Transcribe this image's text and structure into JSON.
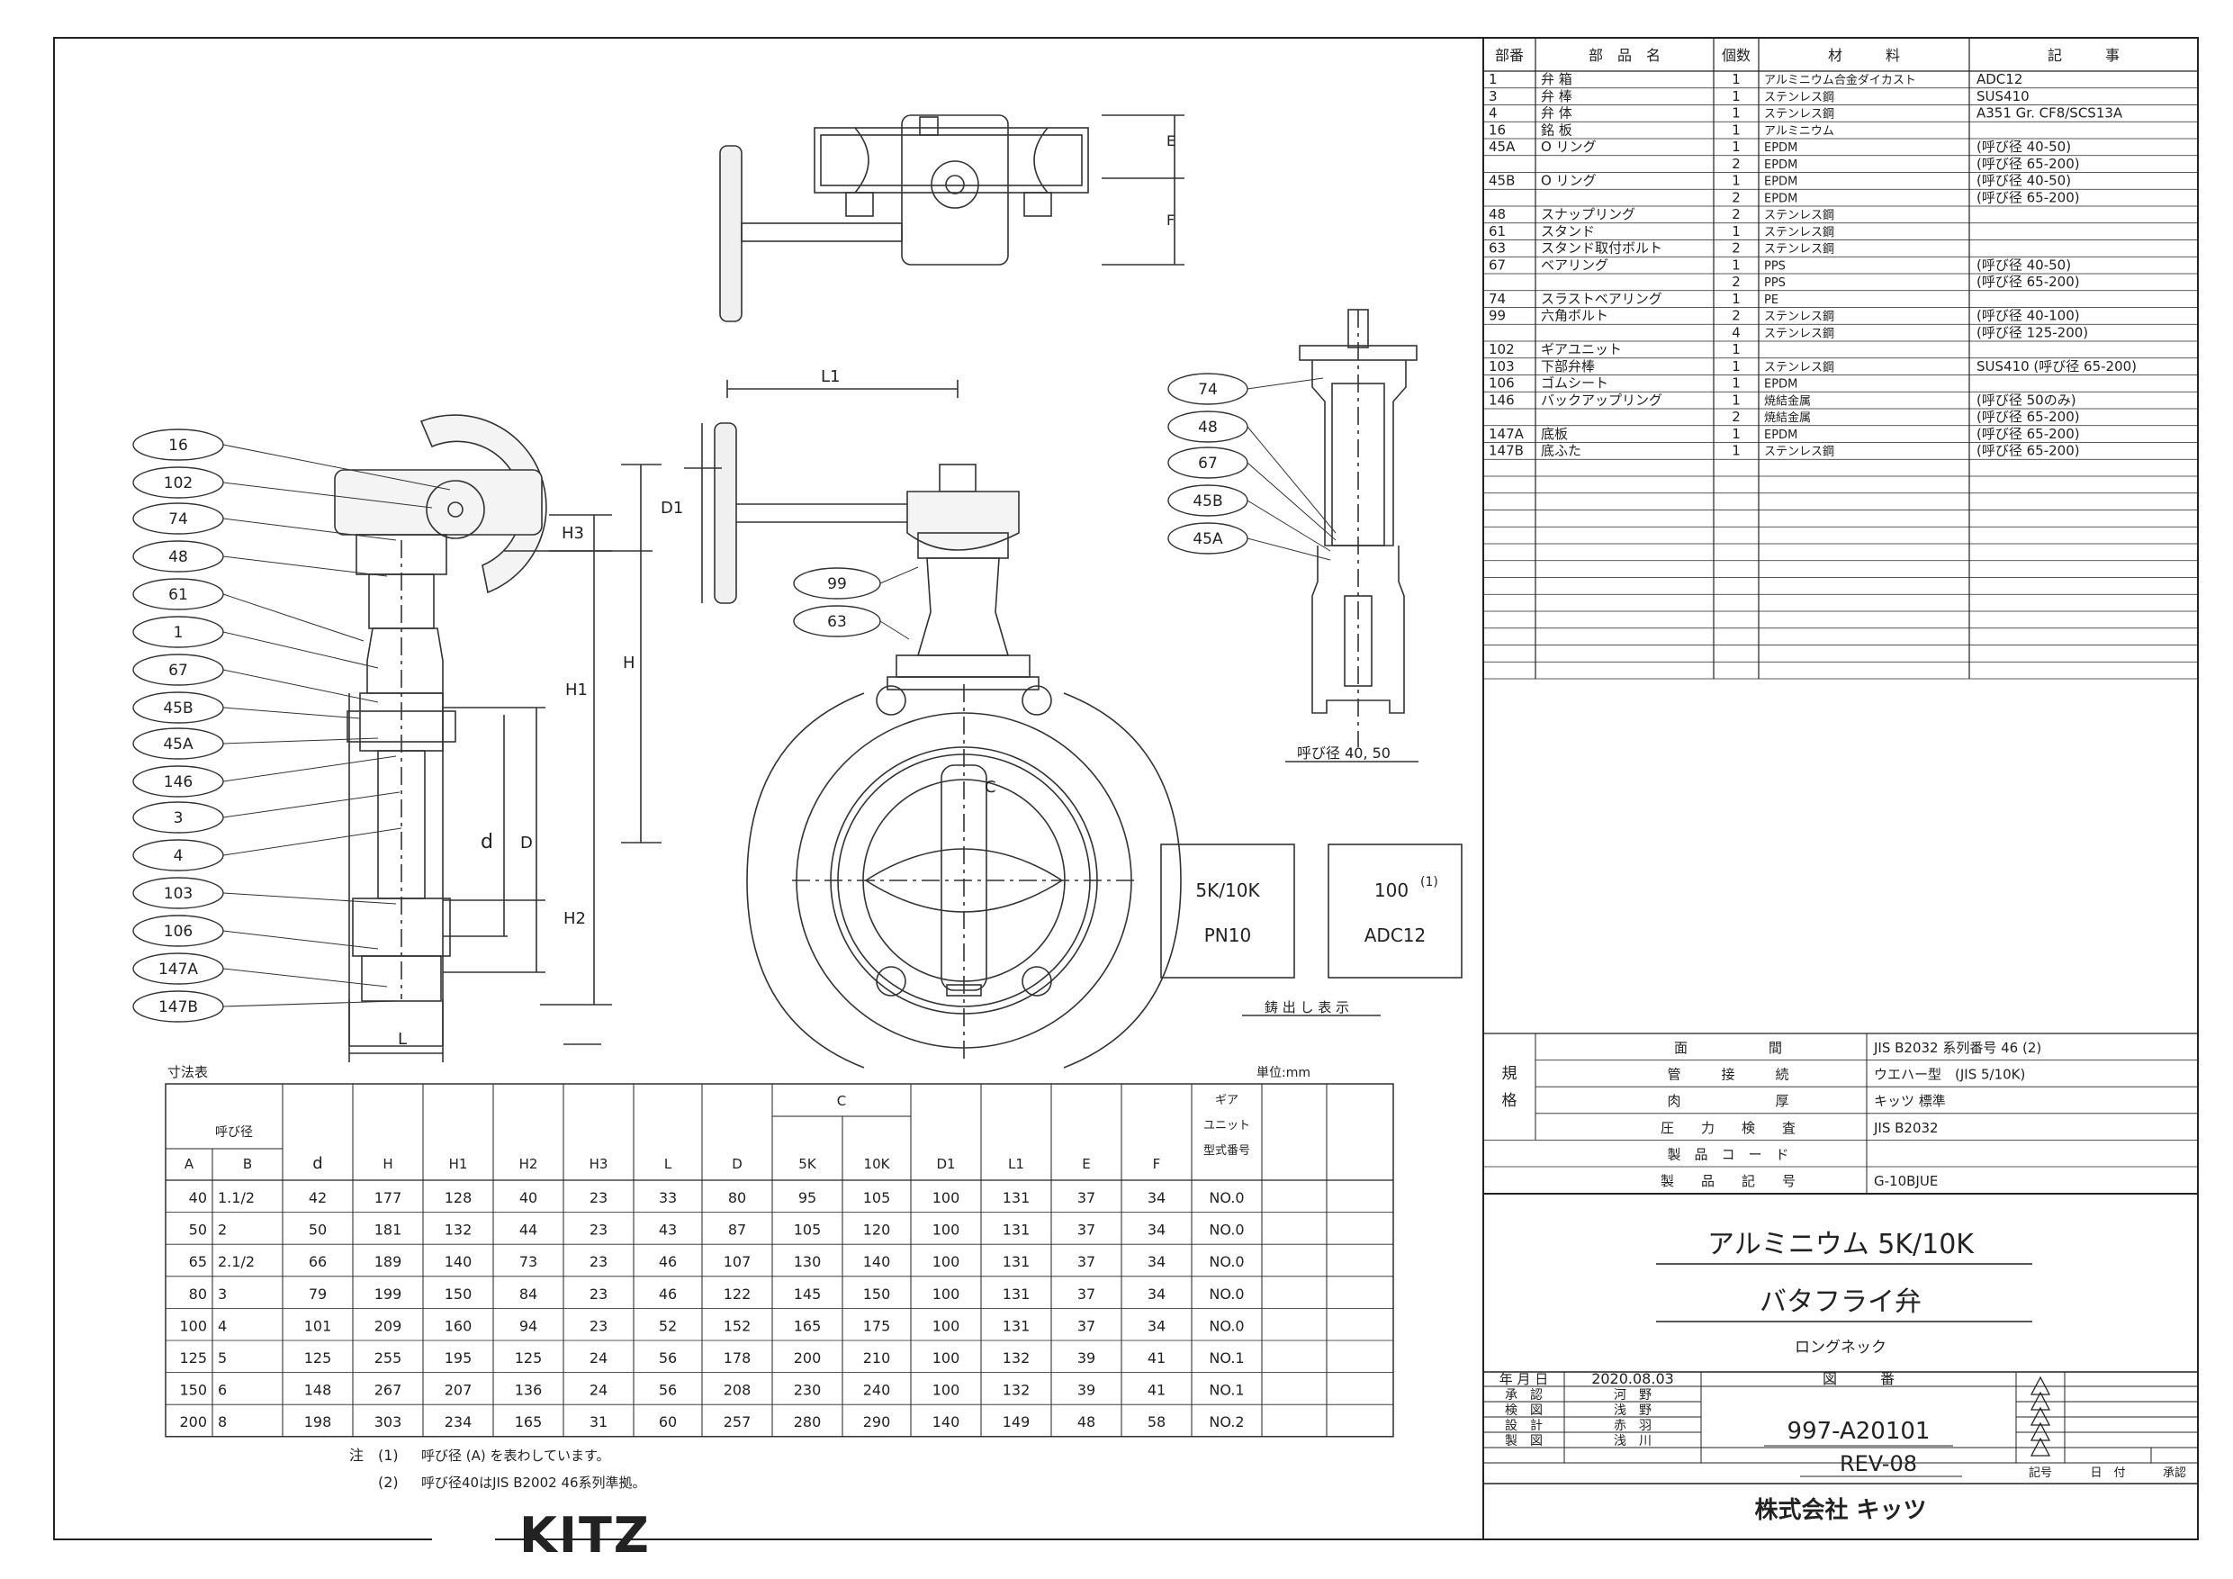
{
  "parts_table": {
    "headers": [
      "部番",
      "部　品　名",
      "個数",
      "材　　　料",
      "記　　　事"
    ],
    "rows": [
      [
        "1",
        "弁 箱",
        "1",
        "アルミニウム合金ダイカスト",
        "ADC12"
      ],
      [
        "3",
        "弁 棒",
        "1",
        "ステンレス鋼",
        "SUS410"
      ],
      [
        "4",
        "弁 体",
        "1",
        "ステンレス鋼",
        "A351 Gr. CF8/SCS13A"
      ],
      [
        "16",
        "銘 板",
        "1",
        "アルミニウム",
        ""
      ],
      [
        "45A",
        "O リング",
        "1",
        "EPDM",
        "(呼び径 40-50)"
      ],
      [
        "",
        "",
        "2",
        "EPDM",
        "(呼び径 65-200)"
      ],
      [
        "45B",
        "O リング",
        "1",
        "EPDM",
        "(呼び径 40-50)"
      ],
      [
        "",
        "",
        "2",
        "EPDM",
        "(呼び径 65-200)"
      ],
      [
        "48",
        "スナップリング",
        "2",
        "ステンレス鋼",
        ""
      ],
      [
        "61",
        "スタンド",
        "1",
        "ステンレス鋼",
        ""
      ],
      [
        "63",
        "スタンド取付ボルト",
        "2",
        "ステンレス鋼",
        ""
      ],
      [
        "67",
        "ベアリング",
        "1",
        "PPS",
        "(呼び径 40-50)"
      ],
      [
        "",
        "",
        "2",
        "PPS",
        "(呼び径 65-200)"
      ],
      [
        "74",
        "スラストベアリング",
        "1",
        "PE",
        ""
      ],
      [
        "99",
        "六角ボルト",
        "2",
        "ステンレス鋼",
        "(呼び径 40-100)"
      ],
      [
        "",
        "",
        "4",
        "ステンレス鋼",
        "(呼び径 125-200)"
      ],
      [
        "102",
        "ギアユニット",
        "1",
        "",
        ""
      ],
      [
        "103",
        "下部弁棒",
        "1",
        "ステンレス鋼",
        "SUS410 (呼び径 65-200)"
      ],
      [
        "106",
        "ゴムシート",
        "1",
        "EPDM",
        ""
      ],
      [
        "146",
        "バックアップリング",
        "1",
        "焼結金属",
        "(呼び径 50のみ)"
      ],
      [
        "",
        "",
        "2",
        "焼結金属",
        "(呼び径 65-200)"
      ],
      [
        "147A",
        "底板",
        "1",
        "EPDM",
        "(呼び径 65-200)"
      ],
      [
        "147B",
        "底ふた",
        "1",
        "ステンレス鋼",
        "(呼び径 65-200)"
      ]
    ],
    "empty_rows": 13
  },
  "spec": {
    "group_label": "規格",
    "rows": [
      {
        "label": "面　　　　　　間",
        "value": "JIS B2032 系列番号 46 (2)"
      },
      {
        "label": "管　　　接　　　続",
        "value": "ウエハー型　(JIS 5/10K)"
      },
      {
        "label": "肉　　　　　　　厚",
        "value": "キッツ 標準"
      },
      {
        "label": "圧　　力　　検　　査",
        "value": "JIS B2032"
      },
      {
        "label": "製　品　コ　ー　ド",
        "value": ""
      },
      {
        "label": "製　　品　　記　　号",
        "value": "G-10BJUE"
      }
    ]
  },
  "title_block": {
    "title1": "アルミニウム 5K/10K",
    "title2": "バタフライ弁",
    "subtitle": "ロングネック",
    "date_label": "年 月 日",
    "date": "2020.08.03",
    "drawing_no_label": "図　　　番",
    "drawing_no": "997-A20101",
    "rev": "REV-08",
    "approvals": [
      {
        "role": "承　認",
        "name": "河　野"
      },
      {
        "role": "検　図",
        "name": "浅　野"
      },
      {
        "role": "設　計",
        "name": "赤　羽"
      },
      {
        "role": "製　図",
        "name": "浅　川"
      }
    ],
    "rev_headers": [
      "記号",
      "日　付",
      "承認"
    ],
    "company": "株式会社 キッツ"
  },
  "dim_table": {
    "caption": "寸法表",
    "unit": "単位:mm",
    "header_nominal": "呼び径",
    "header_c": "C",
    "header_gear": [
      "ギア",
      "ユニット",
      "型式番号"
    ],
    "columns": [
      "A",
      "B",
      "d",
      "H",
      "H1",
      "H2",
      "H3",
      "L",
      "D",
      "5K",
      "10K",
      "D1",
      "L1",
      "E",
      "F",
      "NO."
    ],
    "rows": [
      [
        "40",
        "1.1/2",
        "42",
        "177",
        "128",
        "40",
        "23",
        "33",
        "80",
        "95",
        "105",
        "100",
        "131",
        "37",
        "34",
        "NO.0"
      ],
      [
        "50",
        "2",
        "50",
        "181",
        "132",
        "44",
        "23",
        "43",
        "87",
        "105",
        "120",
        "100",
        "131",
        "37",
        "34",
        "NO.0"
      ],
      [
        "65",
        "2.1/2",
        "66",
        "189",
        "140",
        "73",
        "23",
        "46",
        "107",
        "130",
        "140",
        "100",
        "131",
        "37",
        "34",
        "NO.0"
      ],
      [
        "80",
        "3",
        "79",
        "199",
        "150",
        "84",
        "23",
        "46",
        "122",
        "145",
        "150",
        "100",
        "131",
        "37",
        "34",
        "NO.0"
      ],
      [
        "100",
        "4",
        "101",
        "209",
        "160",
        "94",
        "23",
        "52",
        "152",
        "165",
        "175",
        "100",
        "131",
        "37",
        "34",
        "NO.0"
      ],
      [
        "125",
        "5",
        "125",
        "255",
        "195",
        "125",
        "24",
        "56",
        "178",
        "200",
        "210",
        "100",
        "132",
        "39",
        "41",
        "NO.1"
      ],
      [
        "150",
        "6",
        "148",
        "267",
        "207",
        "136",
        "24",
        "56",
        "208",
        "230",
        "240",
        "100",
        "132",
        "39",
        "41",
        "NO.1"
      ],
      [
        "200",
        "8",
        "198",
        "303",
        "234",
        "165",
        "31",
        "60",
        "257",
        "280",
        "290",
        "140",
        "149",
        "48",
        "58",
        "NO.2"
      ]
    ]
  },
  "notes": {
    "prefix": "注",
    "items": [
      {
        "num": "(1)",
        "text": "呼び径 (A) を表わしています。"
      },
      {
        "num": "(2)",
        "text": "呼び径40はJIS B2002 46系列準拠。"
      }
    ]
  },
  "callouts": [
    "16",
    "102",
    "74",
    "48",
    "61",
    "1",
    "67",
    "45B",
    "45A",
    "146",
    "3",
    "4",
    "103",
    "106",
    "147A",
    "147B"
  ],
  "callouts_center": [
    "99",
    "63"
  ],
  "callouts_right": [
    "74",
    "48",
    "67",
    "45B",
    "45A"
  ],
  "drawing_labels": {
    "E": "E",
    "F": "F",
    "L1": "L1",
    "D1": "D1",
    "H3": "H3",
    "H": "H",
    "H1": "H1",
    "d": "d",
    "D": "D",
    "H2": "H2",
    "L": "L",
    "C": "C"
  },
  "caption_small": "呼び径 40, 50",
  "cast_marks": {
    "box1_line1": "5K/10K",
    "box1_line2": "PN10",
    "box2_line1": "100",
    "box2_sup": "(1)",
    "box2_line2": "ADC12",
    "caption": "鋳 出 し 表 示"
  },
  "logo_text": "KITZ"
}
